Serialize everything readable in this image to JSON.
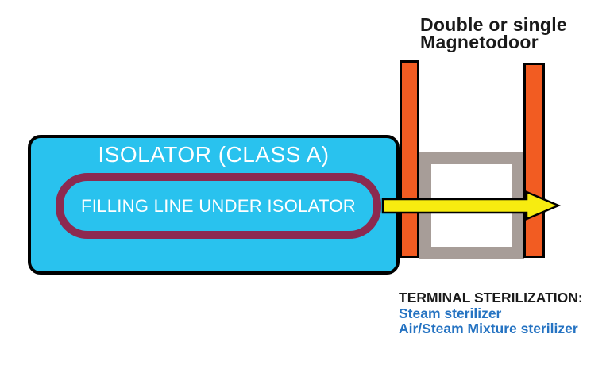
{
  "colors": {
    "cyan": "#29c2ee",
    "orange": "#f25c22",
    "maroon": "#8c2a50",
    "yellow": "#f7ec10",
    "gray": "#a79d98",
    "blue": "#2573c2",
    "ink": "#1a1a1a"
  },
  "isolator": {
    "title": "ISOLATOR (CLASS A)",
    "filling_line_label": "FILLING LINE UNDER ISOLATOR"
  },
  "magnetodoor": {
    "label_line1": "Double or single",
    "label_line2": "Magnetodoor"
  },
  "terminal_sterilization": {
    "heading": "TERMINAL STERILIZATION:",
    "items": [
      "Steam sterilizer",
      "Air/Steam Mixture sterilizer"
    ]
  }
}
